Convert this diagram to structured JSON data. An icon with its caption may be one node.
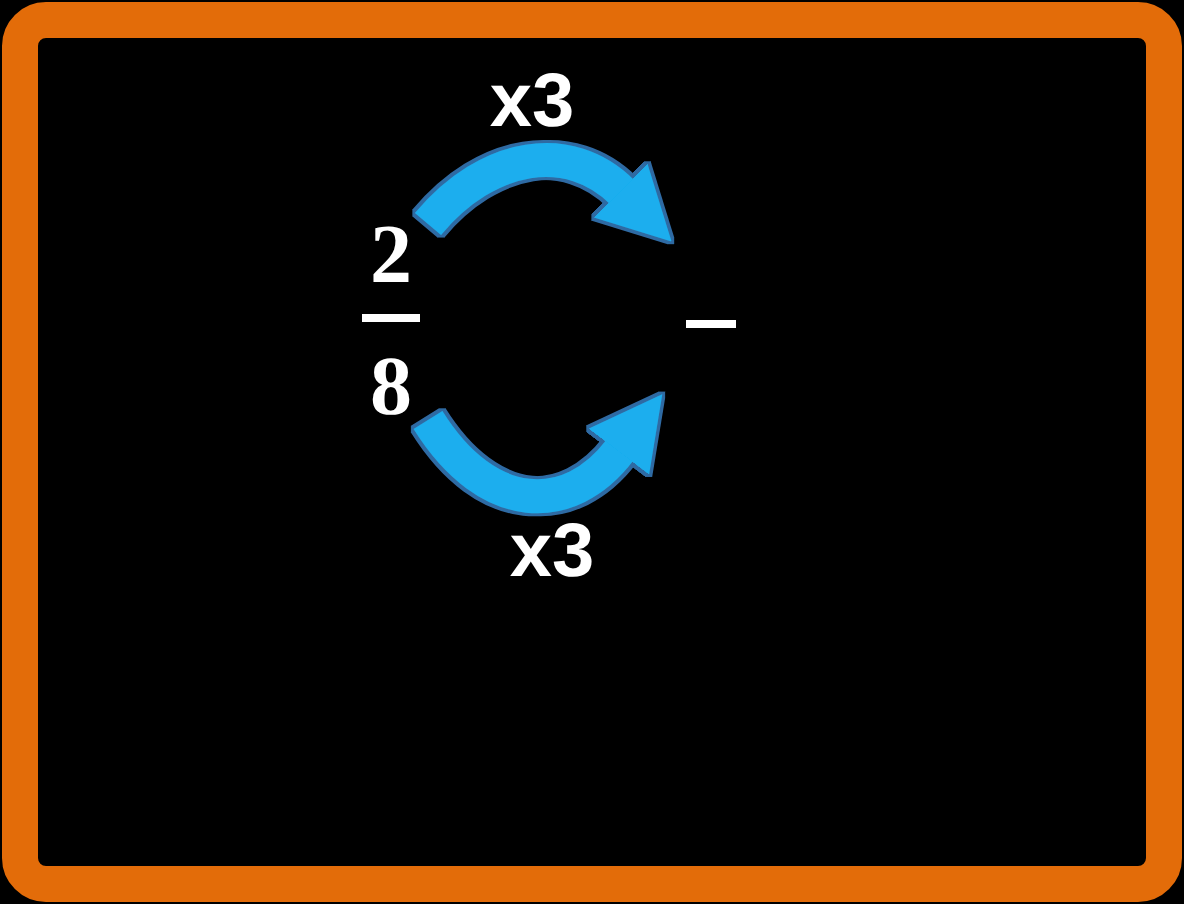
{
  "diagram": {
    "nodes": [
      {
        "text": [
          "2"
        ]
      },
      {
        "text": [
          "8"
        ]
      }
    ],
    "edges": [
      {
        "from": 0,
        "to": null,
        "arrow": "to",
        "label": "x3"
      },
      {
        "from": 1,
        "to": null,
        "arrow": "to",
        "label": "x3"
      }
    ]
  }
}
